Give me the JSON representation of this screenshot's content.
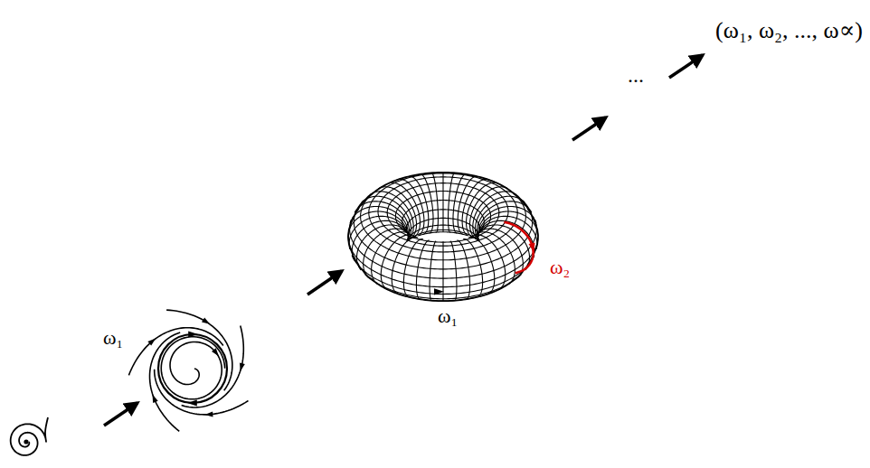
{
  "diagram": {
    "labels": [
      "ω₁",
      "ω₁",
      "ω₂",
      "...",
      "(ω₁, ω₂, ..., ω∝)"
    ]
  }
}
